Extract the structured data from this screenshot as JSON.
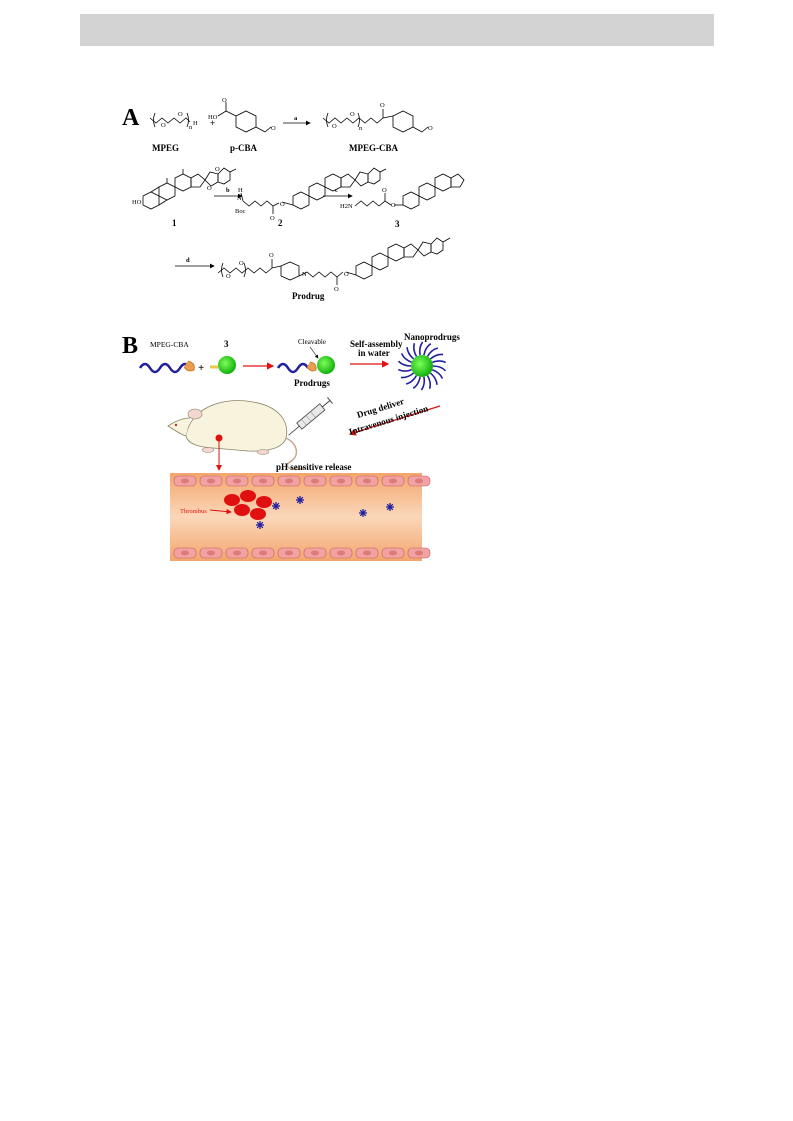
{
  "panelA": {
    "letter": "A",
    "compounds": {
      "mpeg": "MPEG",
      "pcba": "p-CBA",
      "mpeg_cba": "MPEG-CBA",
      "c1": "1",
      "c2": "2",
      "c3": "3",
      "prodrug": "Prodrug"
    },
    "reagents": {
      "a": "a",
      "b": "b",
      "c": "c",
      "d": "d"
    },
    "atoms": {
      "o": "O",
      "ho": "HO",
      "h": "H",
      "n": "N",
      "boc": "Boc",
      "h2n": "H2N",
      "n_sub": "n",
      "plus": "+"
    }
  },
  "panelB": {
    "letter": "B",
    "labels": {
      "mpeg_cba": "MPEG-CBA",
      "three": "3",
      "plus": "+",
      "cleavable": "Cleavable",
      "prodrugs": "Prodrugs",
      "self_assembly_1": "Self-assembly",
      "self_assembly_2": "in water",
      "nanoprodrugs": "Nanoprodrugs",
      "drug_deliver": "Drug deliver",
      "iv_injection": "Intravenous injection",
      "ph_release": "pH sensitive release",
      "thrombus": "Thrombus"
    }
  }
}
